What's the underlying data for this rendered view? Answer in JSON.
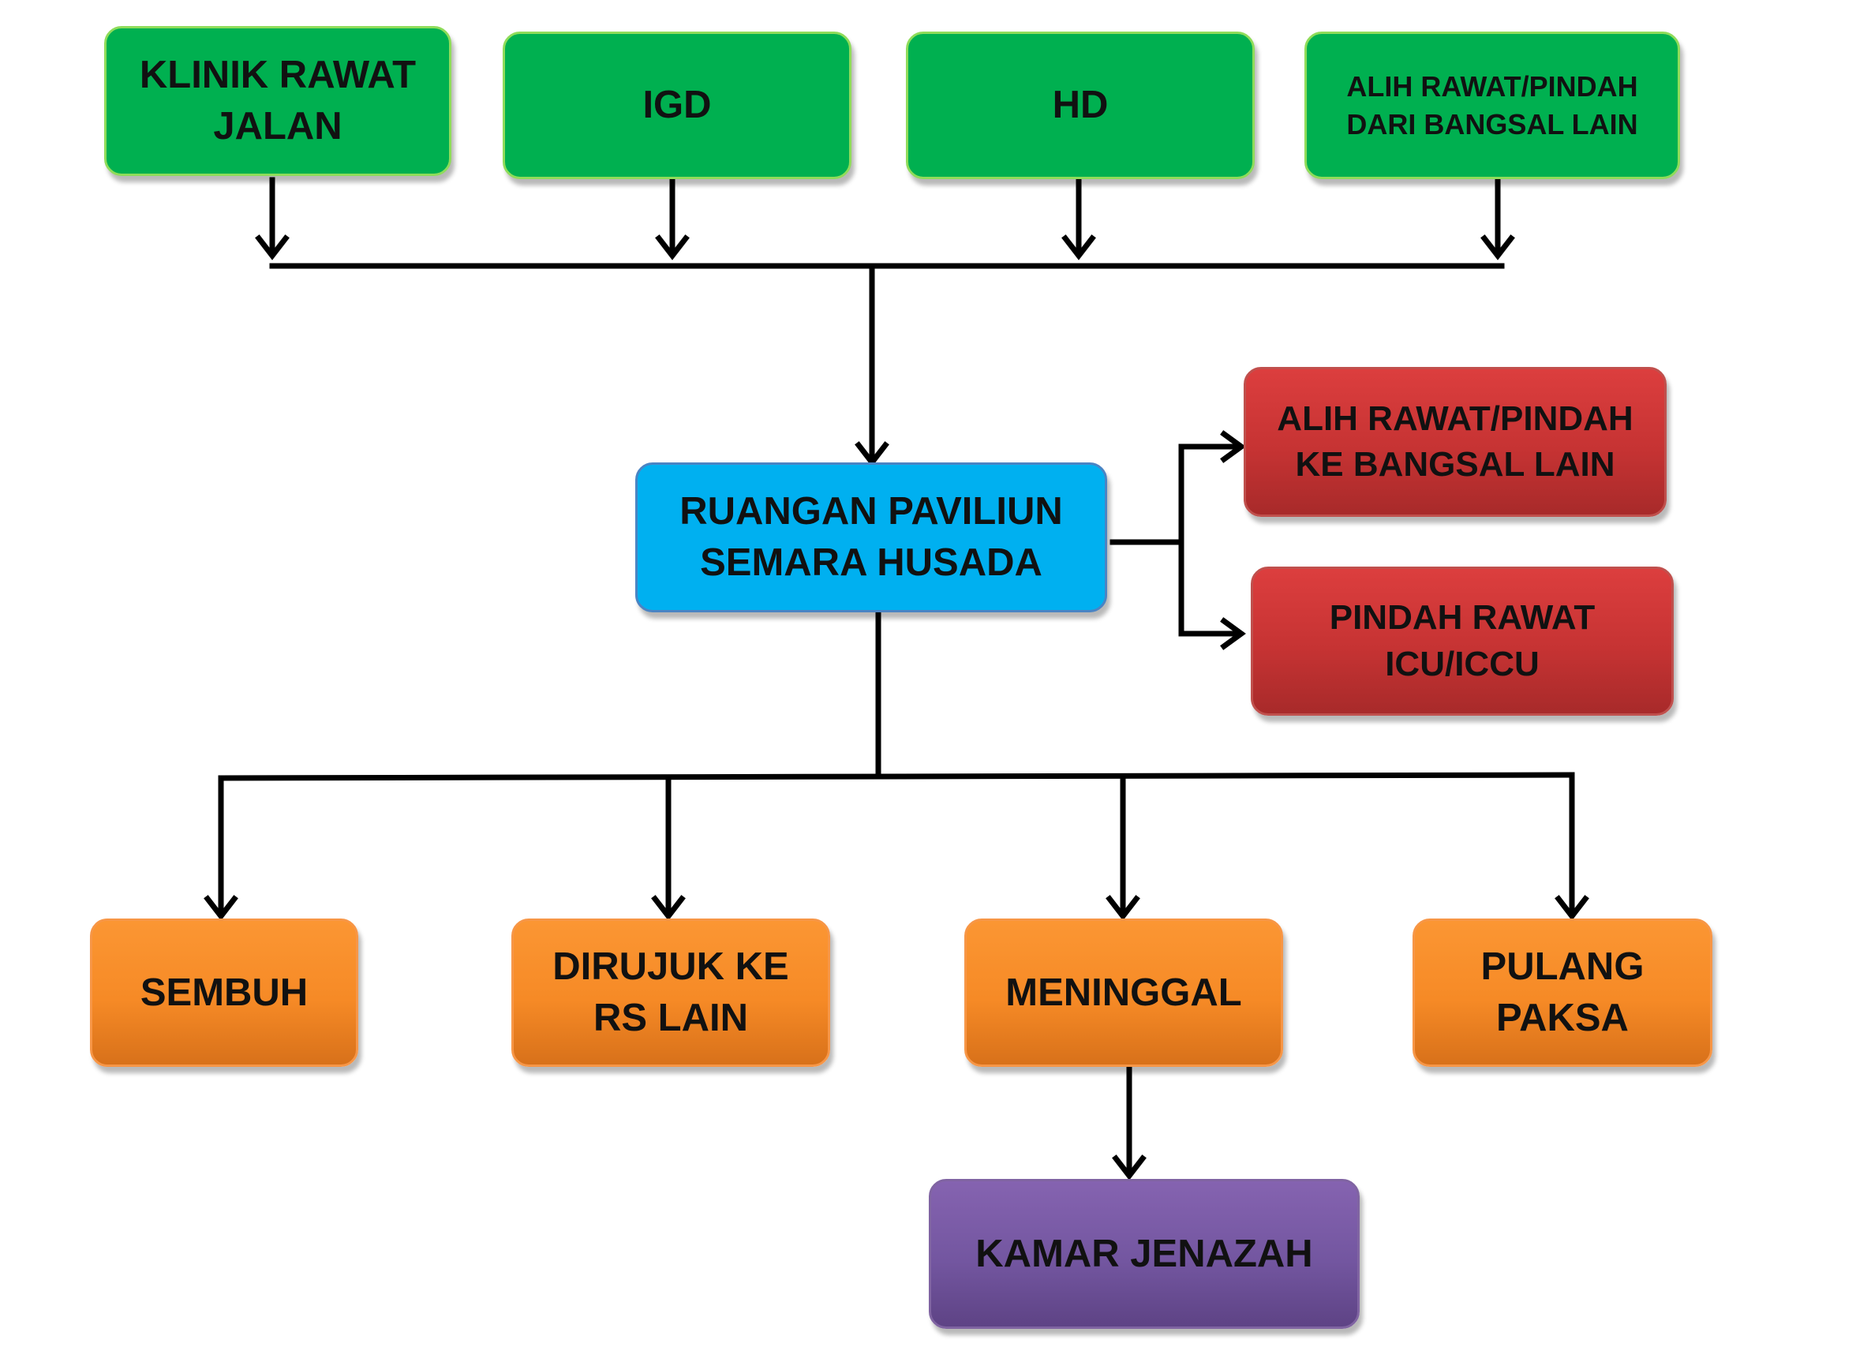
{
  "colors": {
    "source": "#00b050",
    "central": "#00b0f0",
    "transfer": "#c0504d",
    "outcome": "#f79646",
    "mortuary": "#8064a2",
    "connector": "#000000"
  },
  "sources": {
    "klinik": "KLINIK RAWAT\nJALAN",
    "igd": "IGD",
    "hd": "HD",
    "alih_dari": "ALIH RAWAT/PINDAH\nDARI BANGSAL LAIN"
  },
  "central": {
    "label": "RUANGAN PAVILIUN\nSEMARA HUSADA"
  },
  "transfers": {
    "alih_ke": "ALIH RAWAT/PINDAH\nKE BANGSAL LAIN",
    "icu": "PINDAH RAWAT\nICU/ICCU"
  },
  "outcomes": {
    "sembuh": "SEMBUH",
    "dirujuk": "DIRUJUK KE\nRS LAIN",
    "meninggal": "MENINGGAL",
    "pulang_paksa": "PULANG\nPAKSA"
  },
  "mortuary": {
    "label": "KAMAR JENAZAH"
  }
}
